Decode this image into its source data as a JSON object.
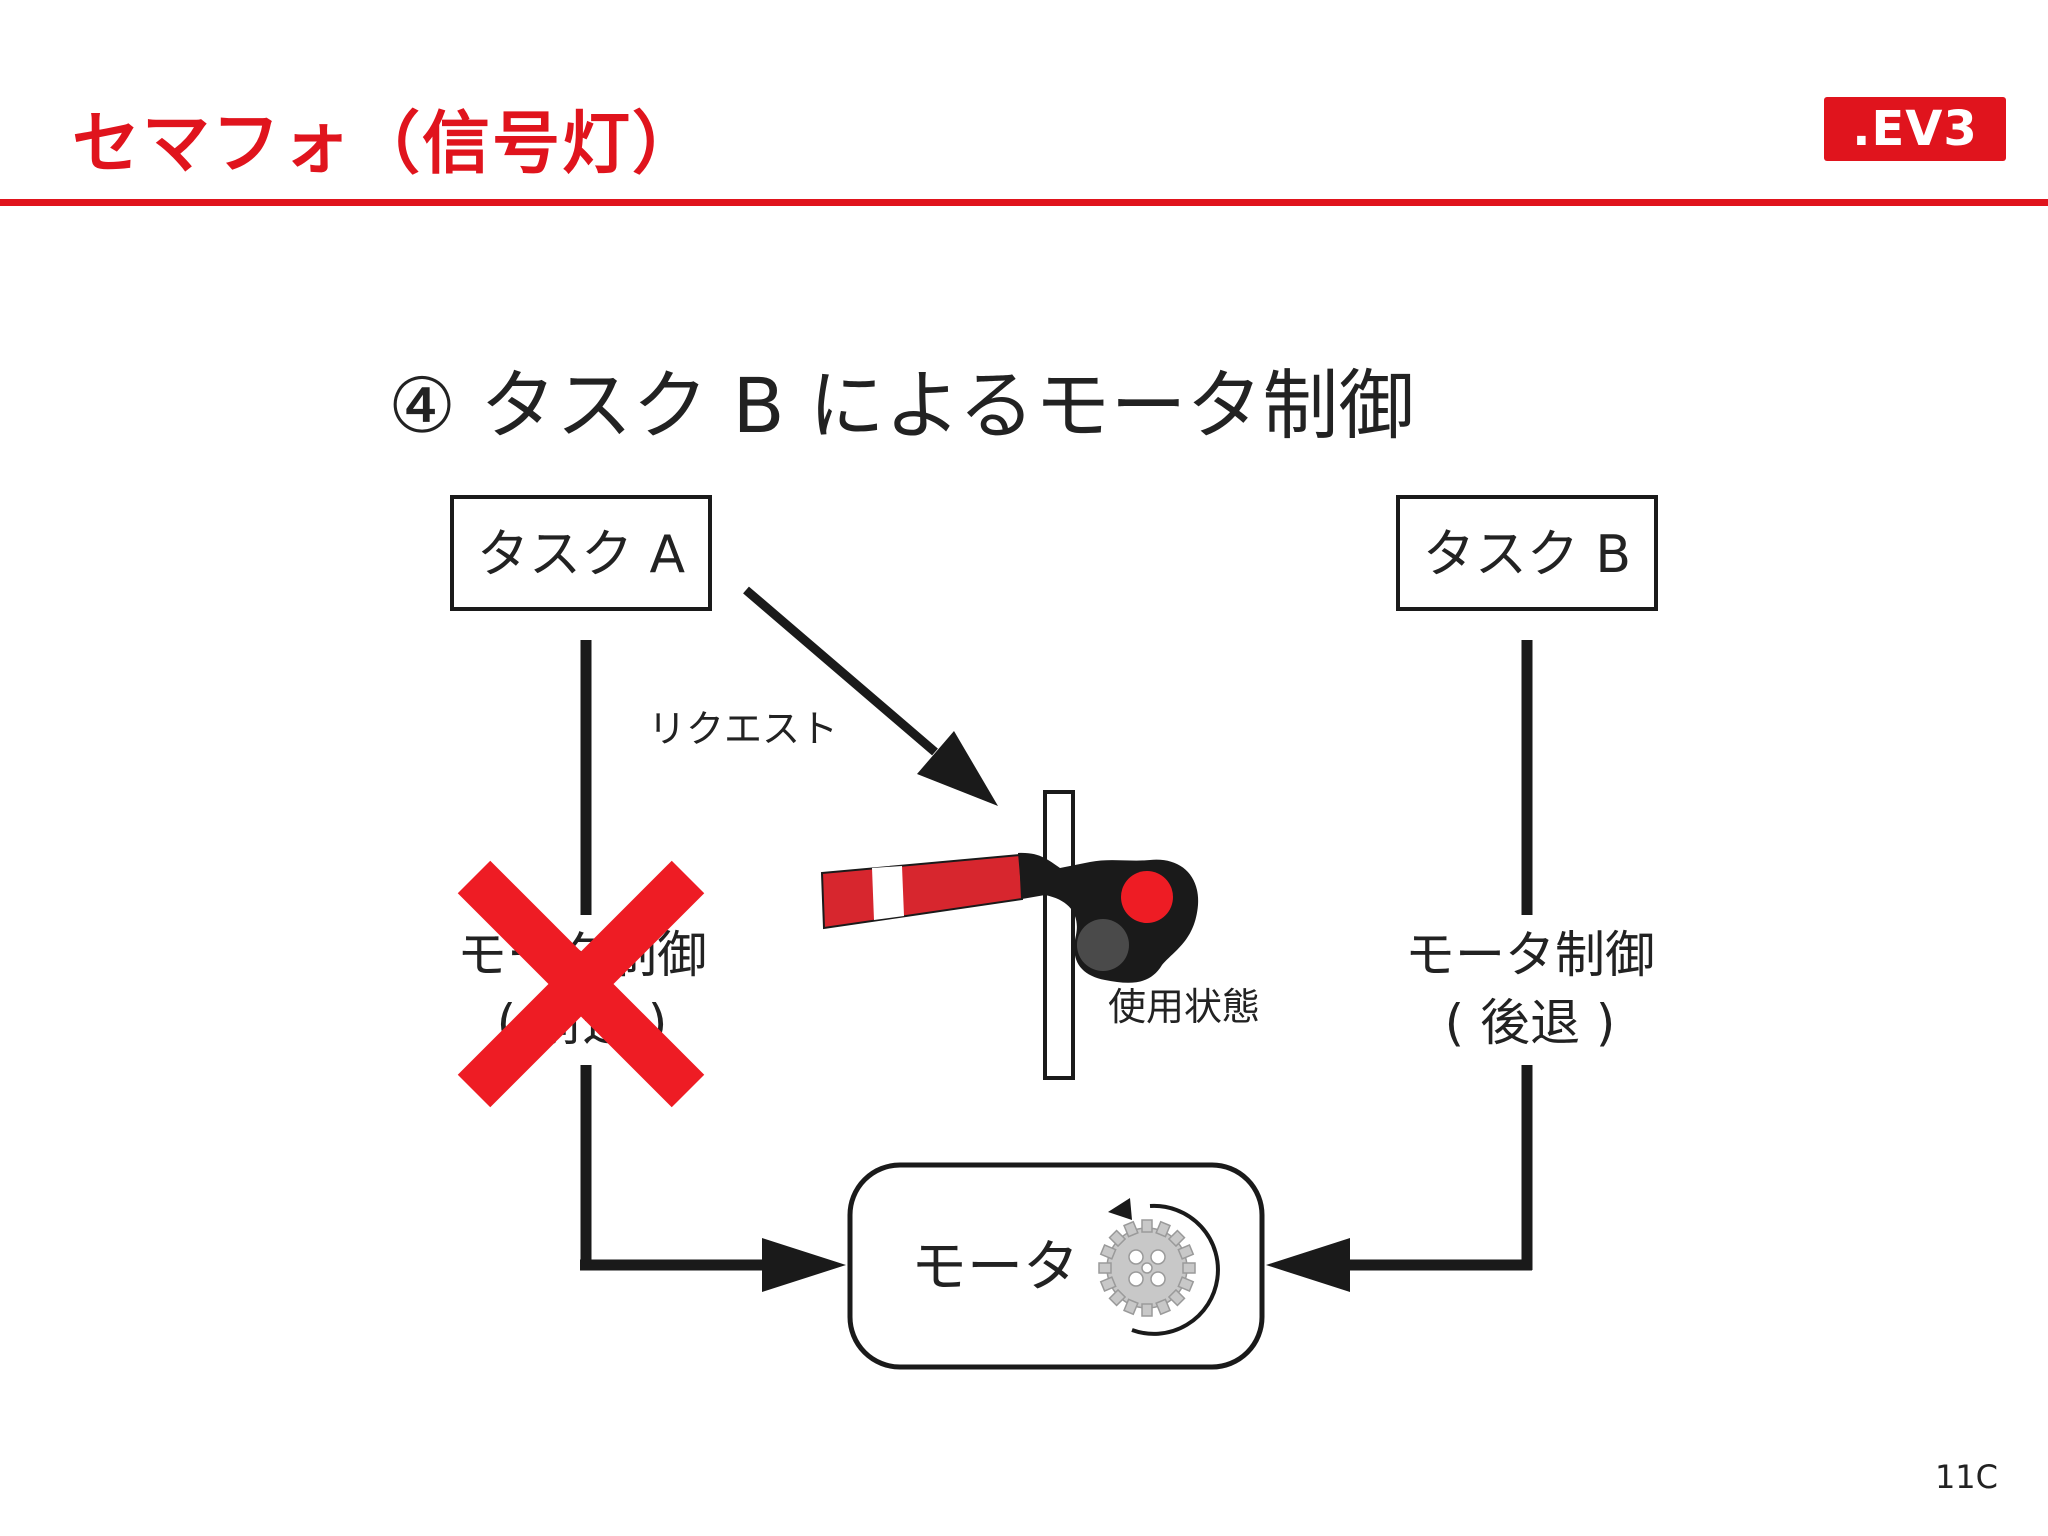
{
  "slide": {
    "title": "セマフォ（信号灯）",
    "logo_text": ".EV3",
    "page_number": "11C"
  },
  "diagram": {
    "heading": "④ タスク B によるモータ制御",
    "task_a": "タスク A",
    "task_b": "タスク B",
    "request_label": "リクエスト",
    "semaphore_label": "使用状態",
    "left_control_label": "モータ制御",
    "left_control_sub": "( 前進 )",
    "right_control_label": "モータ制御",
    "right_control_sub": "( 後退 )",
    "motor_label": "モータ"
  },
  "colors": {
    "accent": "#e0141d",
    "cross": "#ee1c24",
    "line": "#1a1a1a"
  }
}
